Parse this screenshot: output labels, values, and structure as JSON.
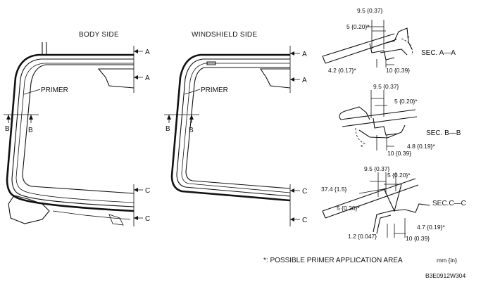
{
  "views": {
    "body_side_title": "BODY SIDE",
    "windshield_side_title": "WINDSHIELD SIDE",
    "primer_label": "PRIMER",
    "section_marks": {
      "a": "A",
      "b": "B",
      "c": "C"
    }
  },
  "sections": {
    "a": {
      "title": "SEC. A—A",
      "dims": [
        "9.5 {0.37}",
        "5 {0.20}*",
        "4.2 {0.17}*",
        "10 {0.39}"
      ],
      "asterisk": "*"
    },
    "b": {
      "title": "SEC. B—B",
      "dims": [
        "9.5 {0.37}",
        "5 {0.20}*",
        "4.8 {0.19}*",
        "10 {0.39}"
      ],
      "asterisk": "*"
    },
    "c": {
      "title": "SEC.C—C",
      "dims": [
        "9.5 {0.37}",
        "5 {0.20}*",
        "37.4 {1.5}",
        "5 {0.20}*",
        "4.7 {0.19}*",
        "1.2 {0.047}",
        "10 {0.39}"
      ]
    }
  },
  "footer": {
    "note": "*: POSSIBLE PRIMER APPLICATION AREA",
    "units": "mm {in}",
    "reference": "B3E0912W304"
  }
}
